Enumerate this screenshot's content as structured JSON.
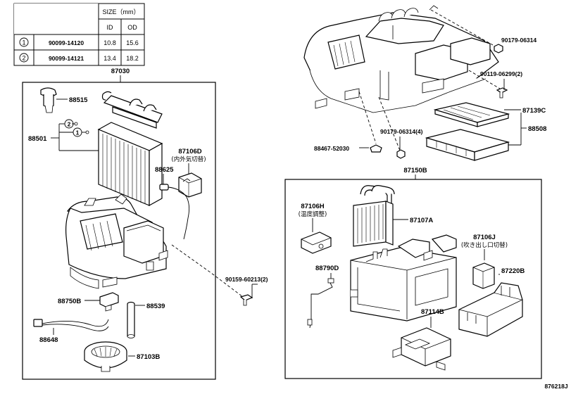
{
  "size_table": {
    "header": "SIZE（mm）",
    "col_id": "ID",
    "col_od": "OD",
    "rows": [
      {
        "mark": "1",
        "part": "90099-14120",
        "id": "10.8",
        "od": "15.6"
      },
      {
        "mark": "2",
        "part": "90099-14121",
        "id": "13.4",
        "od": "18.2"
      }
    ]
  },
  "left_group": {
    "title": "87030",
    "labels": {
      "p88515": "88515",
      "p88501": "88501",
      "ring2": "2",
      "ring1": "1",
      "p87106d": "87106D",
      "p87106d_jp": "(内外気切替)",
      "p88625": "88625",
      "p88750b": "88750B",
      "p88539": "88539",
      "p88648": "88648",
      "p87103b": "87103B"
    }
  },
  "right_group": {
    "title": "87150B",
    "labels": {
      "p87106h": "87106H",
      "p87106h_jp": "(温度調整)",
      "p87107a": "87107A",
      "p87106j": "87106J",
      "p87106j_jp": "(吹き出し口切替)",
      "p88790d": "88790D",
      "p87220b": "87220B",
      "p87114b": "87114B"
    }
  },
  "callouts": {
    "c90159": "90159-60213(2)",
    "c90179a": "90179-06314",
    "c90119": "90119-06299(2)",
    "c87139c": "87139C",
    "c88508": "88508",
    "c90179b": "90179-06314(4)",
    "c88467": "88467-52030"
  },
  "figure_id": "876218J"
}
